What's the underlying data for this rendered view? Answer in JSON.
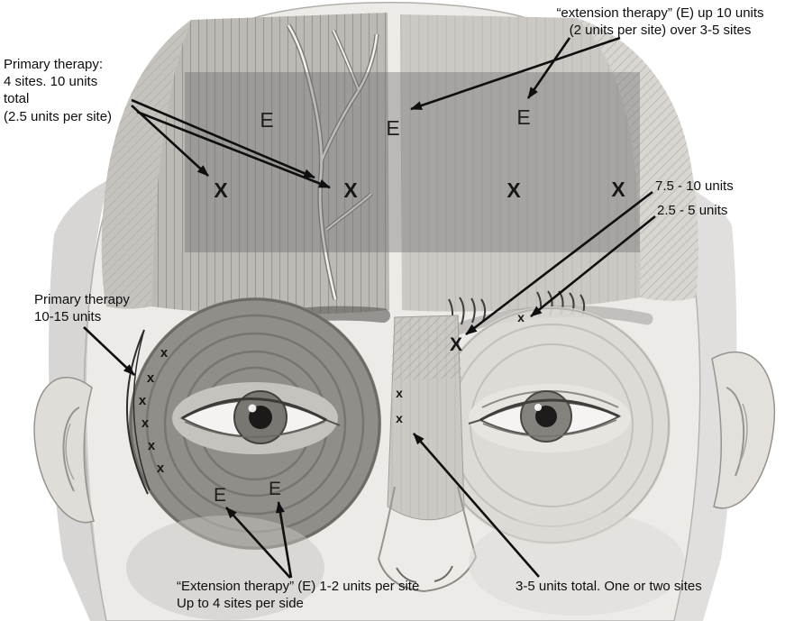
{
  "colors": {
    "overlay_fill": "rgba(110,110,110,0.40)",
    "ink": "#0e0e0e"
  },
  "labels": {
    "extension_top": {
      "line1": "“extension therapy” (E)  up 10 units",
      "line2": "(2 units per site) over 3-5 sites"
    },
    "primary_top": {
      "line1": "Primary therapy:",
      "line2": "4 sites. 10 units",
      "line3": "total",
      "line4": "(2.5 units per site)"
    },
    "right_units_high": "7.5 - 10 units",
    "right_units_low": "2.5 - 5 units",
    "primary_left": {
      "line1": "Primary therapy",
      "line2": "10-15 units"
    },
    "extension_bottom": {
      "line1": "“Extension therapy” (E) 1-2 units per site",
      "line2": "Up to 4 sites per side"
    },
    "bottom_right": "3-5 units total. One or two sites"
  },
  "markers": {
    "primary": "X",
    "extension": "E",
    "minor": "x"
  }
}
